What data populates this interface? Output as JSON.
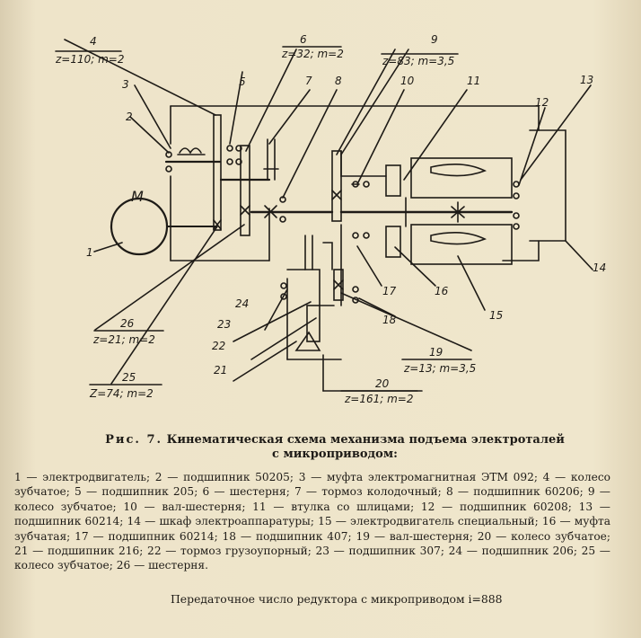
{
  "labels": {
    "n1": "1",
    "n2": "2",
    "n3": "3",
    "n4": "4",
    "n5": "5",
    "n6": "6",
    "n7": "7",
    "n8": "8",
    "n9": "9",
    "n10": "10",
    "n11": "11",
    "n12": "12",
    "n13": "13",
    "n14": "14",
    "n15": "15",
    "n16": "16",
    "n17": "17",
    "n18": "18",
    "n19": "19",
    "n20": "20",
    "n21": "21",
    "n22": "22",
    "n23": "23",
    "n24": "24",
    "n25": "25",
    "n26": "26",
    "motor": "M",
    "z4": "z=110; m=2",
    "z6": "z=32; m=2",
    "z9": "z=83; m=3,5",
    "z26": "z=21; m=2",
    "z25": "Z=74; m=2",
    "z19": "z=13; m=3,5",
    "z20": "z=161; m=2"
  },
  "caption": {
    "fig": "Рис. 7.",
    "line1": "Кинематическая схема механизма подъема электроталей",
    "line2": "с микроприводом:"
  },
  "legend": "1 — электродвигатель; 2 — подшипник 50205; 3 — муфта электромагнитная ЭТМ 092; 4 — колесо зубчатое; 5 — подшипник 205; 6 — шестерня; 7 — тормоз колодочный; 8 — подшипник 60206; 9 — колесо зубчатое; 10 — вал-шестерня; 11 — втулка со шлицами; 12 — подшипник 60208; 13 — подшипник 60214; 14 — шкаф электроаппаратуры; 15 — электродвигатель специальный; 16 — муфта зубчатая; 17 — подшипник 60214; 18 — подшипник 407; 19 — вал-шестерня; 20 — колесо зубчатое; 21 — подшипник 216; 22 — тормоз грузоупорный; 23 — подшипник 307; 24 — подшипник 206; 25 — колесо зубчатое; 26 — шестерня.",
  "ratio": "Передаточное число редуктора с микроприводом i=888"
}
